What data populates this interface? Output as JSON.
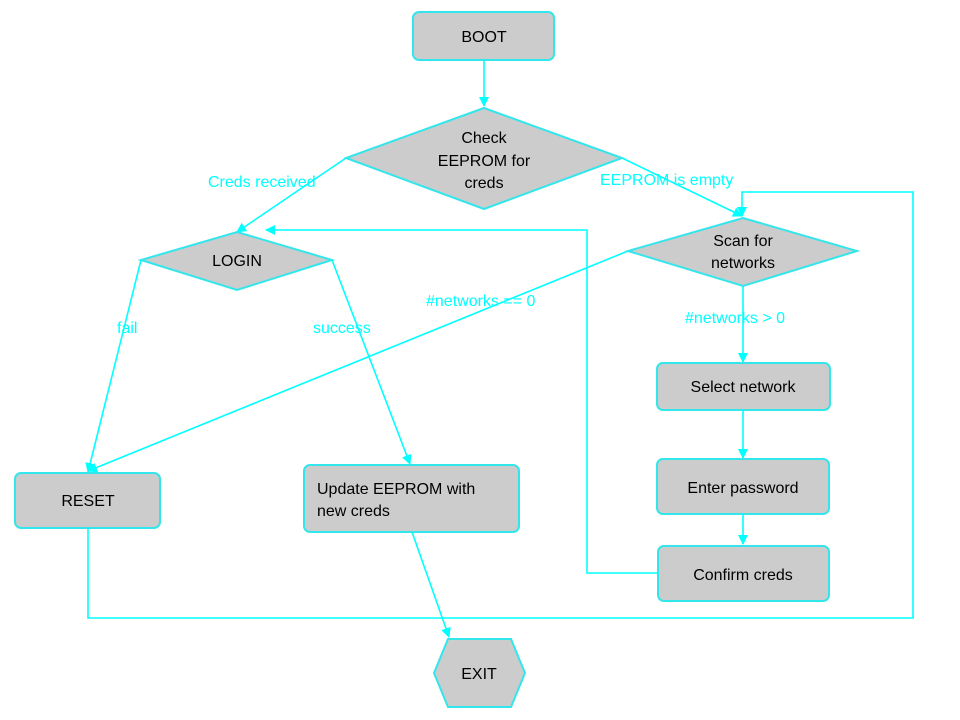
{
  "colors": {
    "node_fill": "#cccccc",
    "node_stroke": "#33e6ec",
    "edge": "#00ffff",
    "edge_label": "#00ffff",
    "text": "#000000"
  },
  "nodes": {
    "boot": "BOOT",
    "check_line1": "Check",
    "check_line2": "EEPROM for",
    "check_line3": "creds",
    "login": "LOGIN",
    "scan_line1": "Scan for",
    "scan_line2": "networks",
    "select_network": "Select network",
    "enter_password": "Enter password",
    "confirm_creds": "Confirm creds",
    "reset": "RESET",
    "update_line1": "Update EEPROM with",
    "update_line2": "new creds",
    "exit": "EXIT"
  },
  "edges": {
    "creds_received": "Creds received",
    "eeprom_empty": "EEPROM is empty",
    "fail": "fail",
    "success": "success",
    "networks_zero": "#networks == 0",
    "networks_positive": "#networks > 0"
  }
}
